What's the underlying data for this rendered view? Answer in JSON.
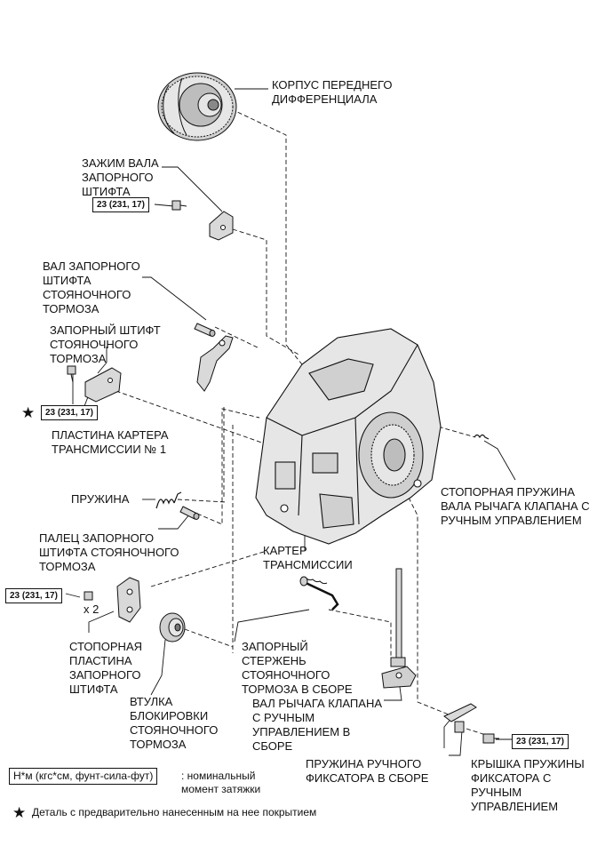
{
  "labels": {
    "differential_case": "КОРПУС ПЕРЕДНЕГО\nДИФФЕРЕНЦИАЛА",
    "pin_shaft_clamp": "ЗАЖИМ ВАЛА\nЗАПОРНОГО\nШТИФТА",
    "pin_shaft": "ВАЛ ЗАПОРНОГО\nШТИФТА\nСТОЯНОЧНОГО\nТОРМОЗА",
    "parking_pawl": "ЗАПОРНЫЙ ШТИФТ\nСТОЯНОЧНОГО\nТОРМОЗА",
    "case_plate": "ПЛАСТИНА КАРТЕРА\nТРАНСМИССИИ № 1",
    "spring": "ПРУЖИНА",
    "pawl_pin": "ПАЛЕЦ ЗАПОРНОГО\nШТИФТА СТОЯНОЧНОГО\nТОРМОЗА",
    "stopper_plate": "СТОПОРНАЯ\nПЛАСТИНА\nЗАПОРНОГО\nШТИФТА",
    "lock_sleeve": "ВТУЛКА\nБЛОКИРОВКИ\nСТОЯНОЧНОГО\nТОРМОЗА",
    "transmission_case": "КАРТЕР\nТРАНСМИССИИ",
    "rod_assembly": "ЗАПОРНЫЙ\nСТЕРЖЕНЬ\nСТОЯНОЧНОГО\nТОРМОЗА В СБОРЕ",
    "valve_lever_shaft": "ВАЛ РЫЧАГА КЛАПАНА\nС РУЧНЫМ\nУПРАВЛЕНИЕМ В\nСБОРЕ",
    "detent_spring": "ПРУЖИНА РУЧНОГО\nФИКСАТОРА В СБОРЕ",
    "stopper_spring": "СТОПОРНАЯ ПРУЖИНА\nВАЛА РЫЧАГА КЛАПАНА С\nРУЧНЫМ УПРАВЛЕНИЕМ",
    "spring_cover": "КРЫШКА ПРУЖИНЫ\nФИКСАТОРА С\nРУЧНЫМ\nУПРАВЛЕНИЕМ",
    "times_two": "x 2"
  },
  "torque_value": "23 (231, 17)",
  "legend": {
    "unit_box": "Н*м (кгс*см, фунт-сила-фут)",
    "unit_text": ": номинальный\nмомент затяжки",
    "star_symbol": "★",
    "star_text": "Деталь с предварительно нанесенным на нее покрытием"
  },
  "colors": {
    "ink": "#111111",
    "part_fill": "#e6e6e6",
    "part_shade": "#bdbdbd"
  }
}
